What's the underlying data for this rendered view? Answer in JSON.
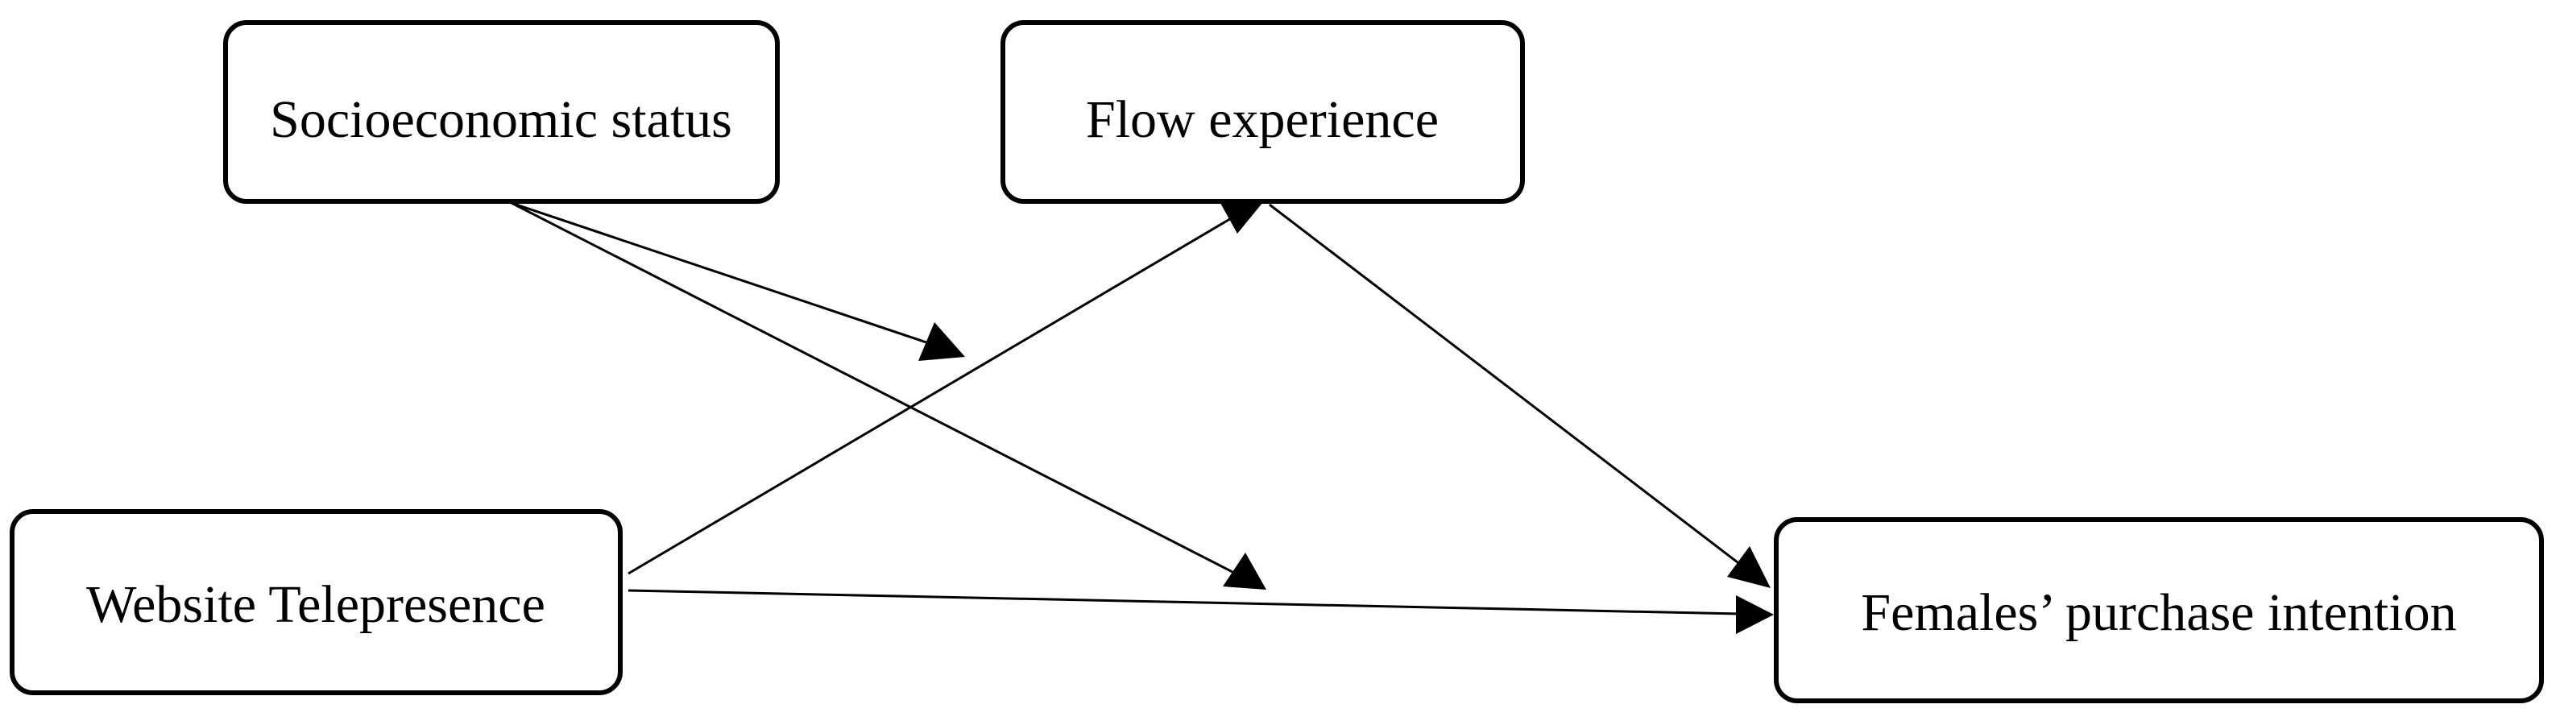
{
  "diagram": {
    "nodes": {
      "socioeconomic": {
        "label": "Socioeconomic status"
      },
      "flow": {
        "label": "Flow experience"
      },
      "website": {
        "label": "Website Telepresence"
      },
      "females": {
        "label": "Females’ purchase intention"
      }
    },
    "edges": [
      {
        "from": "website",
        "to": "flow"
      },
      {
        "from": "flow",
        "to": "females"
      },
      {
        "from": "website",
        "to": "females"
      },
      {
        "from": "socioeconomic",
        "to": "path:website-flow",
        "kind": "moderation"
      },
      {
        "from": "socioeconomic",
        "to": "path:website-females",
        "kind": "moderation"
      }
    ]
  }
}
